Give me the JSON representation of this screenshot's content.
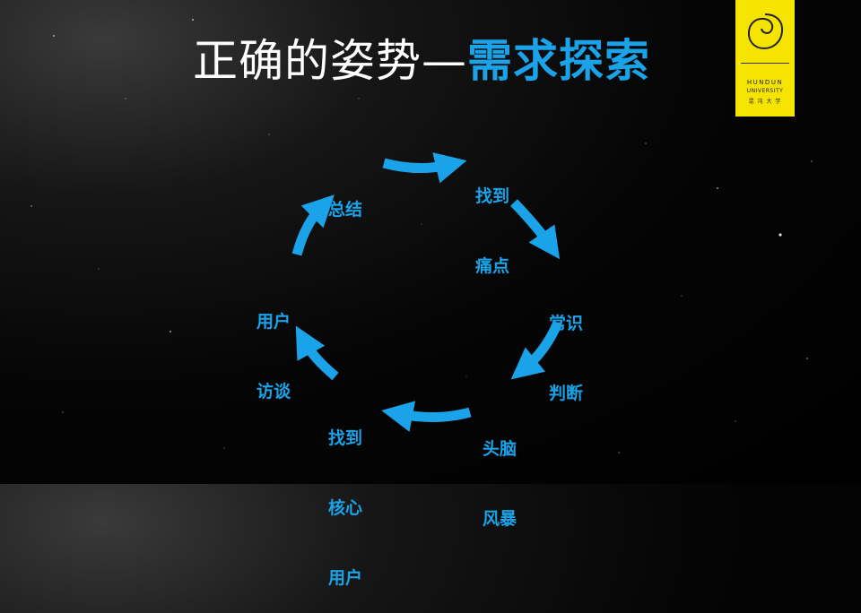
{
  "slide": {
    "title_main": "正确的姿势—",
    "title_highlight": "需求探索"
  },
  "logo": {
    "line1": "HUNDUN",
    "line2": "UNIVERSITY",
    "line3": "混 沌 大 学"
  },
  "cycle": {
    "nodes": [
      {
        "line1": "总结",
        "line2": ""
      },
      {
        "line1": "找到",
        "line2": "痛点"
      },
      {
        "line1": "常识",
        "line2": "判断"
      },
      {
        "line1": "头脑",
        "line2": "风暴"
      },
      {
        "line1": "找到",
        "line2": "核心",
        "line3": "用户"
      },
      {
        "line1": "用户",
        "line2": "访谈"
      }
    ],
    "arrow_color": "#1aa3e8"
  }
}
